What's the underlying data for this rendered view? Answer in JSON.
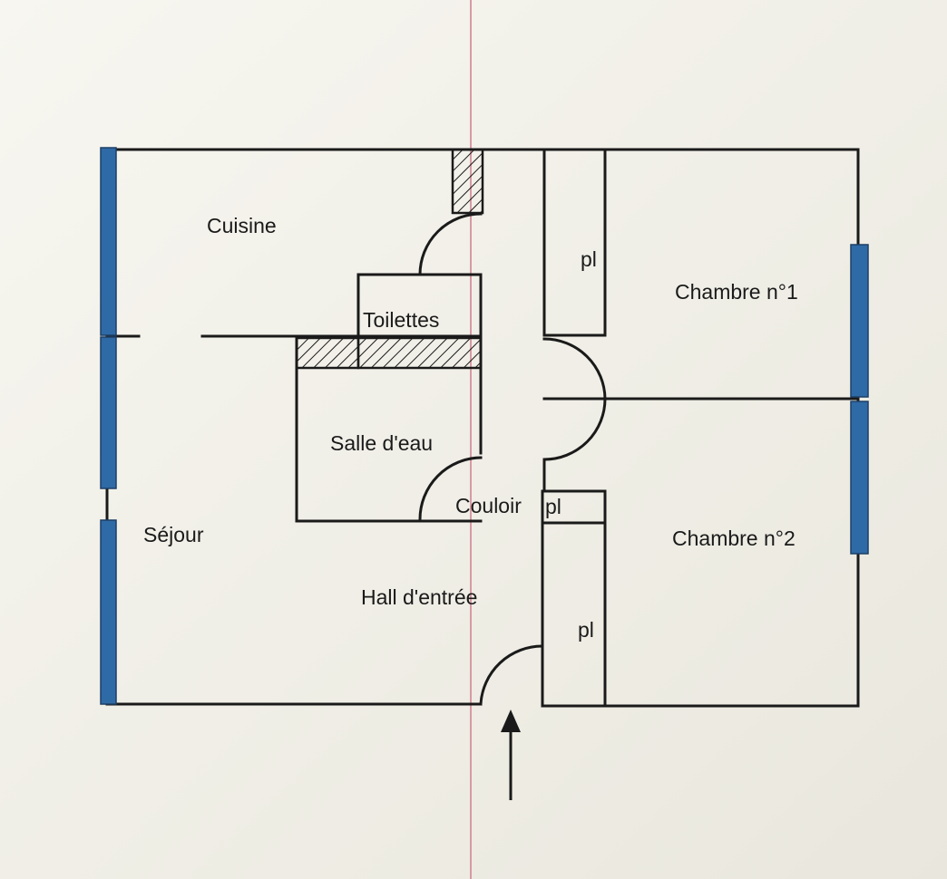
{
  "rooms": {
    "cuisine": "Cuisine",
    "toilettes": "Toilettes",
    "salle_eau": "Salle d'eau",
    "sejour": "Séjour",
    "couloir": "Couloir",
    "hall": "Hall d'entrée",
    "chambre1": "Chambre n°1",
    "chambre2": "Chambre n°2"
  },
  "closets": {
    "top": "pl",
    "middle": "pl",
    "bottom": "pl"
  },
  "colors": {
    "background": "#f3f1ea",
    "wall": "#1a1a1a",
    "window": "#2e6aa6",
    "margin_line": "#d79aa3"
  }
}
